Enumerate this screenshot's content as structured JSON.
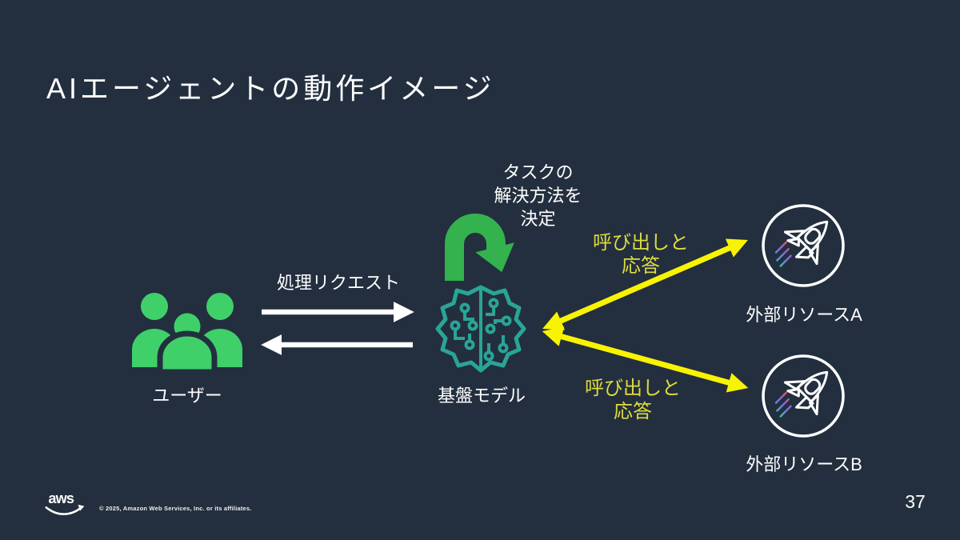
{
  "slide": {
    "title": "AIエージェントの動作イメージ",
    "page_number": "37",
    "footer": {
      "logo_text": "aws",
      "copyright": "© 2025, Amazon Web Services, Inc. or its affiliates."
    },
    "colors": {
      "background": "#232F3E",
      "people_green": "#3FD06A",
      "loop_arrow_green": "#33B24E",
      "brain_teal": "#29A596",
      "arrow_yellow": "#F8F400",
      "text_yellow": "#DEDC3F",
      "white": "#FFFFFF"
    }
  },
  "diagram": {
    "user_label": "ユーザー",
    "request_label": "処理リクエスト",
    "model_label": "基盤モデル",
    "task_lines": [
      "タスクの",
      "解決方法を",
      "決定"
    ],
    "call_top_lines": [
      "呼び出しと",
      "応答"
    ],
    "call_bottom_lines": [
      "呼び出しと",
      "応答"
    ],
    "resource_a_label": "外部リソースA",
    "resource_b_label": "外部リソースB",
    "icons": {
      "user": "users-group-icon",
      "model": "circuit-brain-icon",
      "loop": "u-turn-arrow-icon",
      "resources": "rocket-icon"
    }
  }
}
